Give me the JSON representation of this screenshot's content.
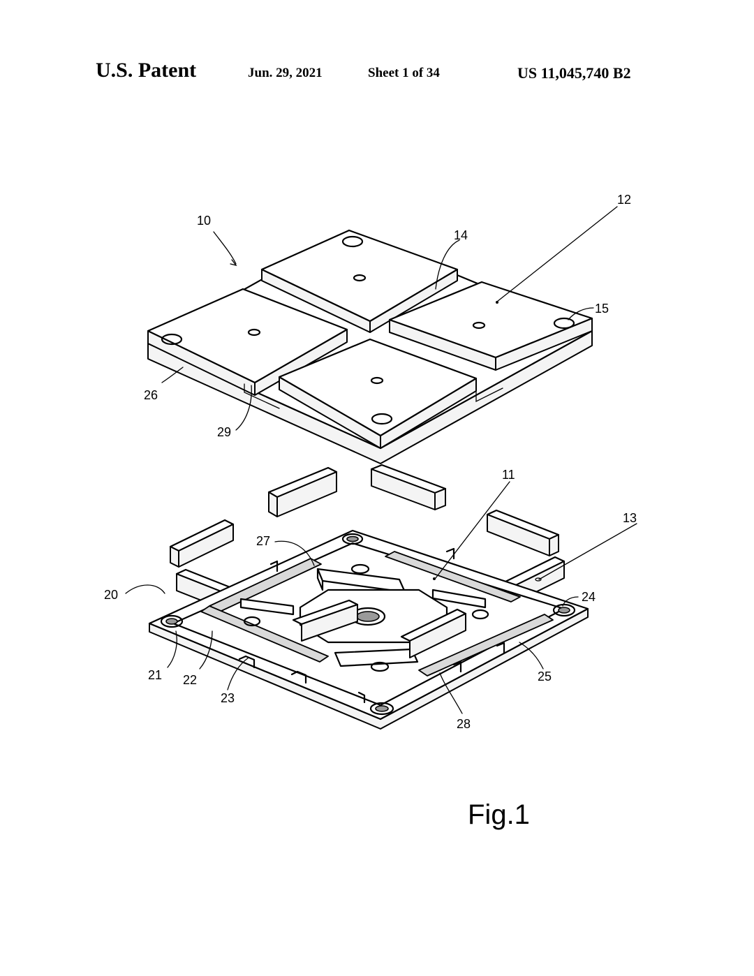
{
  "header": {
    "title": "U.S. Patent",
    "date": "Jun. 29, 2021",
    "sheet": "Sheet 1 of 34",
    "patent_number": "US 11,045,740 B2"
  },
  "figure": {
    "caption": "Fig.1",
    "reference_numerals": {
      "r10": "10",
      "r11": "11",
      "r12": "12",
      "r13": "13",
      "r14": "14",
      "r15": "15",
      "r20": "20",
      "r21": "21",
      "r22": "22",
      "r23": "23",
      "r24": "24",
      "r25": "25",
      "r26": "26",
      "r27": "27",
      "r28": "28",
      "r29": "29"
    }
  }
}
